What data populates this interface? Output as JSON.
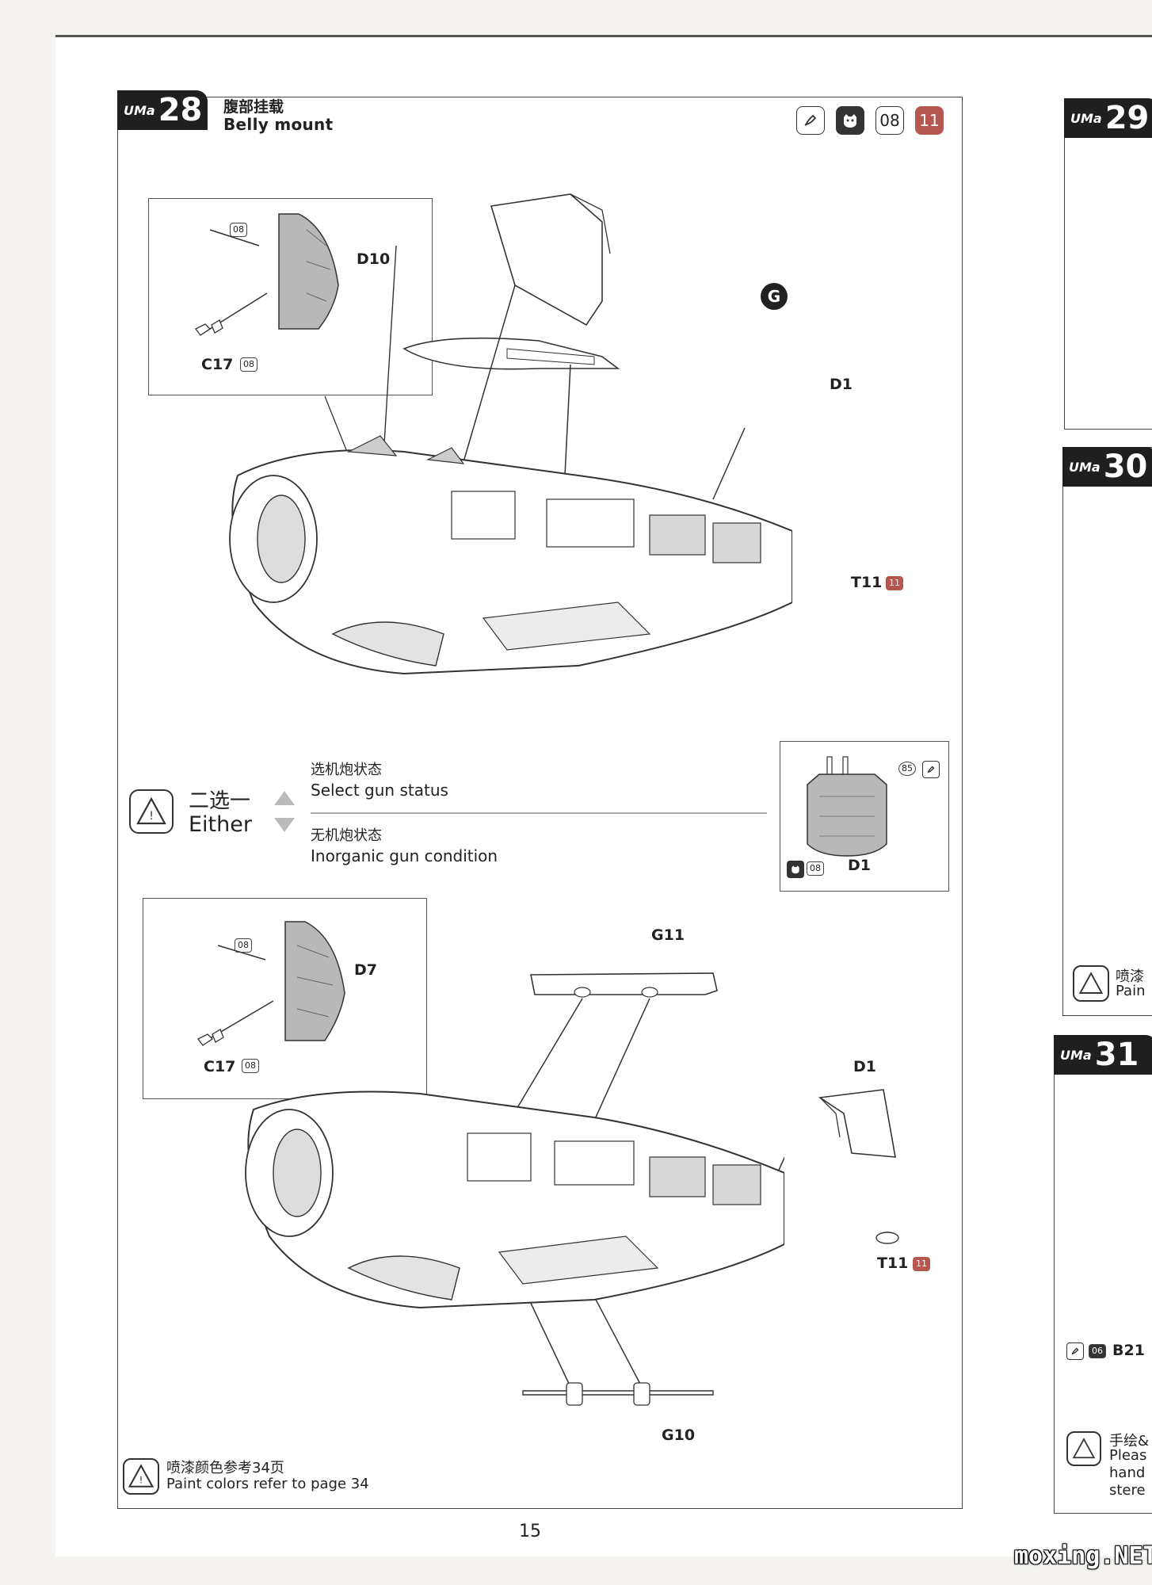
{
  "step28": {
    "brand": "UMa",
    "number": "28",
    "title_cn": "腹部挂载",
    "title_en": "Belly mount",
    "header_icons": [
      {
        "name": "hand-paint-icon",
        "text": ""
      },
      {
        "name": "cat-face-icon",
        "text": ""
      },
      {
        "name": "paint-code-08",
        "text": "08"
      },
      {
        "name": "paint-code-11",
        "text": "11",
        "color": "#b5564f"
      }
    ],
    "g_marker": "G"
  },
  "top_diagram": {
    "inset_labels": {
      "code_top": "08",
      "part": "D10",
      "small_part": "C17",
      "small_code": "08"
    },
    "labels": {
      "d1": "D1",
      "t11": "T11",
      "t11_code": "11"
    }
  },
  "either": {
    "cn": "二选一",
    "en": "Either",
    "option1_cn": "选机炮状态",
    "option1_en": "Select gun status",
    "option2_cn": "无机炮状态",
    "option2_en": "Inorganic gun condition",
    "panel": {
      "code_85": "85",
      "code_08": "08",
      "part": "D1"
    }
  },
  "bottom_diagram": {
    "inset_labels": {
      "code_top": "08",
      "part": "D7",
      "small_part": "C17",
      "small_code": "08"
    },
    "labels": {
      "g11": "G11",
      "d1": "D1",
      "t11": "T11",
      "t11_code": "11",
      "g10": "G10"
    }
  },
  "footer": {
    "cn": "喷漆颜色参考34页",
    "en": "Paint colors refer to page 34",
    "page_number": "15"
  },
  "right_strip": {
    "step29": "29",
    "step30": "30",
    "step31": "31",
    "paint_cn": "喷漆",
    "paint_en": "Pain",
    "code_06": "06",
    "part_b21": "B21",
    "note_cn": "手绘&",
    "note_en_1": "Pleas",
    "note_en_2": "hand",
    "note_en_3": "stere"
  },
  "watermark": "moxing.NET",
  "colors": {
    "accent_red": "#b5564f",
    "badge_dark": "#1f1f1f"
  }
}
